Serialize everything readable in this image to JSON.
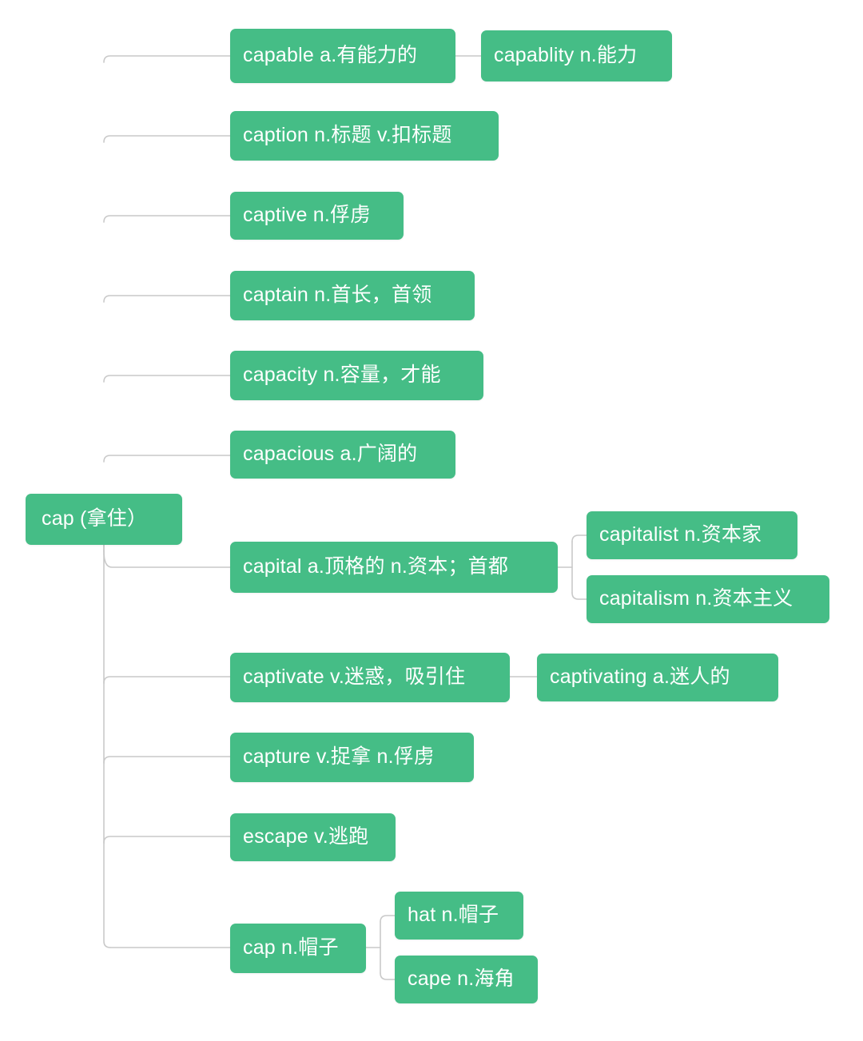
{
  "diagram": {
    "type": "mind-map",
    "title": "cap (拿住) word family mind map",
    "root": {
      "id": "root",
      "label": "cap (拿住）"
    },
    "colors": {
      "node_fill": "#45bd86",
      "node_text": "#ffffff",
      "connector": "#c9c9c9",
      "background": "#ffffff"
    },
    "nodes": [
      {
        "id": "capable",
        "label": "capable a.有能力的",
        "level": 1
      },
      {
        "id": "capablity",
        "label": "capablity n.能力",
        "level": 2,
        "parent": "capable"
      },
      {
        "id": "caption",
        "label": "caption n.标题 v.扣标题",
        "level": 1
      },
      {
        "id": "captive",
        "label": "captive n.俘虏",
        "level": 1
      },
      {
        "id": "captain",
        "label": "captain n.首长，首领",
        "level": 1
      },
      {
        "id": "capacity",
        "label": "capacity n.容量，才能",
        "level": 1
      },
      {
        "id": "capacious",
        "label": "capacious a.广阔的",
        "level": 1
      },
      {
        "id": "capital",
        "label": "capital a.顶格的 n.资本；首都",
        "level": 1
      },
      {
        "id": "capitalist",
        "label": "capitalist n.资本家",
        "level": 2,
        "parent": "capital"
      },
      {
        "id": "capitalism",
        "label": "capitalism n.资本主义",
        "level": 2,
        "parent": "capital"
      },
      {
        "id": "captivate",
        "label": "captivate v.迷惑，吸引住",
        "level": 1
      },
      {
        "id": "captivating",
        "label": "captivating  a.迷人的",
        "level": 2,
        "parent": "captivate"
      },
      {
        "id": "capture",
        "label": "capture v.捉拿 n.俘虏",
        "level": 1
      },
      {
        "id": "escape",
        "label": "escape v.逃跑",
        "level": 1
      },
      {
        "id": "cap_hat",
        "label": "cap n.帽子",
        "level": 1
      },
      {
        "id": "hat",
        "label": "hat n.帽子",
        "level": 2,
        "parent": "cap_hat"
      },
      {
        "id": "cape",
        "label": "cape n.海角",
        "level": 2,
        "parent": "cap_hat"
      }
    ]
  }
}
